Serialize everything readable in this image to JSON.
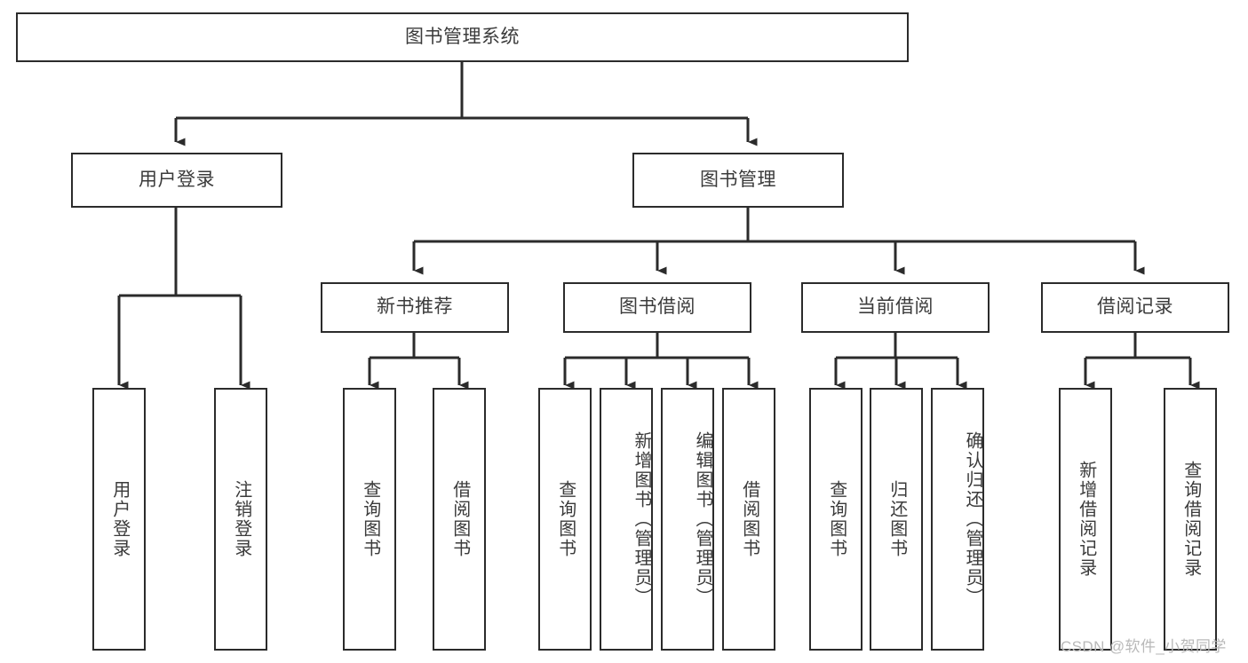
{
  "diagram": {
    "title": "图书管理系统",
    "type": "hierarchy-tree",
    "orientation": "top-down",
    "colors": {
      "node_border": "#2b2b2b",
      "node_fill": "#ffffff",
      "edge": "#2b2b2b",
      "text": "#3b3b3b",
      "background": "#ffffff",
      "watermark": "#b9b9b9"
    },
    "levels": {
      "root": {
        "label": "图书管理系统"
      },
      "level2": [
        {
          "label": "用户登录"
        },
        {
          "label": "图书管理"
        }
      ],
      "level3": [
        {
          "label": "新书推荐"
        },
        {
          "label": "图书借阅"
        },
        {
          "label": "当前借阅"
        },
        {
          "label": "借阅记录"
        }
      ],
      "leaves": {
        "user_login": [
          {
            "label": "用户登录"
          },
          {
            "label": "注销登录"
          }
        ],
        "new_book_recommend": [
          {
            "label": "查询图书"
          },
          {
            "label": "借阅图书"
          }
        ],
        "book_borrow": [
          {
            "label": "查询图书"
          },
          {
            "label": "新增图书（管理员）"
          },
          {
            "label": "编辑图书（管理员）"
          },
          {
            "label": "借阅图书"
          }
        ],
        "current_borrow": [
          {
            "label": "查询图书"
          },
          {
            "label": "归还图书"
          },
          {
            "label": "确认归还（管理员）"
          }
        ],
        "borrow_records": [
          {
            "label": "新增借阅记录"
          },
          {
            "label": "查询借阅记录"
          }
        ]
      }
    },
    "watermark": "CSDN @软件_小贺同学"
  }
}
